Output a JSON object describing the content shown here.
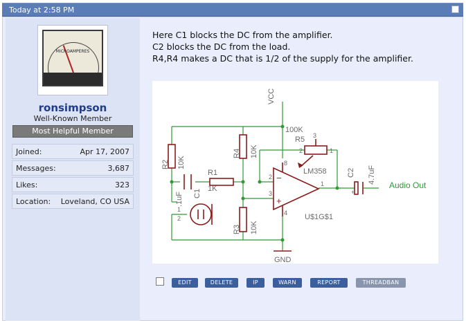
{
  "header": {
    "date": "Today at 2:58 PM"
  },
  "user": {
    "username": "ronsimpson",
    "title": "Well-Known Member",
    "banner": "Most Helpful Member",
    "avatar_text": "MICROAMPERES",
    "stats": [
      {
        "label": "Joined:",
        "value": "Apr 17, 2007"
      },
      {
        "label": "Messages:",
        "value": "3,687"
      },
      {
        "label": "Likes:",
        "value": "323"
      },
      {
        "label": "Location:",
        "value": "Loveland, CO USA"
      }
    ]
  },
  "message": {
    "lines": [
      "Here C1 blocks the DC from the amplifier.",
      "C2 blocks the DC from the load.",
      "R4,R4 makes a DC that is 1/2 of the supply for the amplifier."
    ]
  },
  "schematic": {
    "vcc": "VCC",
    "gnd": "GND",
    "r1": "R1",
    "r1_val": "1K",
    "r2": "R2",
    "r2_val": "10K",
    "r3": "R3",
    "r3_val": "10K",
    "r4": "R4",
    "r4_val": "10K",
    "r5": "R5",
    "r5_val": "100K",
    "c1": "C1",
    "c1_val": ".1uF",
    "c2": "C2",
    "c2_val": "4.7uF",
    "ic": "LM358",
    "ic_ref": "U$1G$1",
    "audio_out": "Audio Out",
    "pin1": "1",
    "pin2": "2",
    "pin3": "3",
    "pin4": "4",
    "pin8": "8",
    "pot_pin1": "1",
    "pot_pin2": "2",
    "pot_pin3": "3",
    "mic_pin1": "1",
    "mic_pin2": "2",
    "minus": "−",
    "plus": "+",
    "c2_plus": "+"
  },
  "controls": {
    "edit": "EDIT",
    "delete": "DELETE",
    "ip": "IP",
    "warn": "WARN",
    "report": "REPORT",
    "threadban": "THREADBAN"
  },
  "colors": {
    "header": "#5b7db7",
    "wire": "#2e9a35",
    "component": "#8b1a1a",
    "button": "#3b5f9c"
  }
}
